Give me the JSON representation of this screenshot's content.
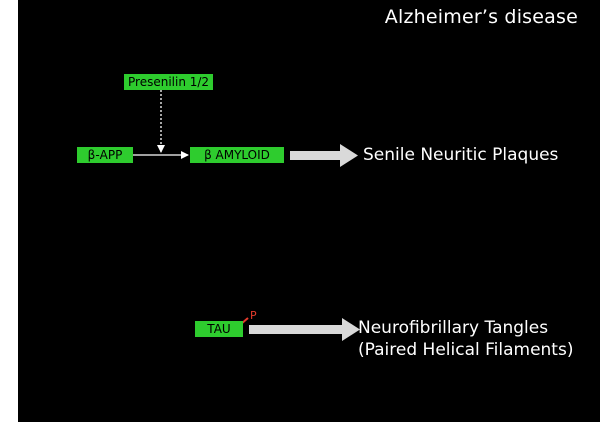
{
  "title": "Alzheimer’s disease",
  "boxes": {
    "presenilin": "Presenilin 1/2",
    "beta_app": "β-APP",
    "beta_amyloid": "β AMYLOID",
    "tau": "TAU"
  },
  "phospho_label": "P",
  "outcomes": {
    "plaques": "Senile Neuritic Plaques",
    "tangles_line1": "Neurofibrillary Tangles",
    "tangles_line2": "(Paired Helical Filaments)"
  },
  "colors": {
    "background": "#000000",
    "box": "#2ecc2e",
    "text": "#ffffff",
    "arrow": "#d9d9d9",
    "phospho": "#e53b2c"
  }
}
